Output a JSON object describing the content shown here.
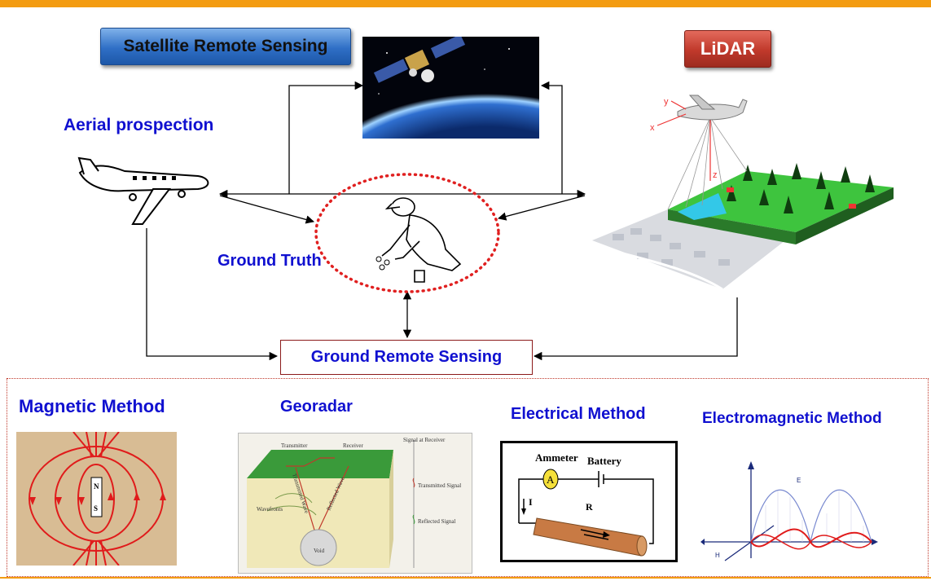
{
  "header": {
    "satellite_badge": "Satellite Remote Sensing",
    "lidar_badge": "LiDAR"
  },
  "nodes": {
    "aerial": "Aerial prospection",
    "ground_truth": "Ground Truth",
    "ground_remote_sensing": "Ground  Remote Sensing"
  },
  "lidar_axes": {
    "x": "x",
    "y": "y",
    "z": "z"
  },
  "methods": {
    "magnetic": {
      "title": "Magnetic Method",
      "pole_north": "N",
      "pole_south": "S"
    },
    "georadar": {
      "title": "Georadar",
      "transmitter": "Transmitter",
      "receiver": "Receiver",
      "signal_at_receiver": "Signal at Receiver",
      "transmitted_signal": "Transmitted Signal",
      "reflected_signal": "Reflected Signal",
      "wavefronts": "Wavefronts",
      "transmitted_wave": "Transmitted Wave",
      "reflected_wave": "Reflected Wave",
      "void": "Void"
    },
    "electrical": {
      "title": "Electrical  Method",
      "ammeter": "Ammeter",
      "ammeter_symbol": "A",
      "battery": "Battery",
      "current": "I",
      "resistance": "R"
    },
    "electromagnetic": {
      "title": "Electromagnetic Method",
      "e_label": "E",
      "h_label": "H"
    }
  },
  "colors": {
    "accent_orange": "#f39c12",
    "satellite_badge": "#2f6fc6",
    "lidar_badge": "#c0392b",
    "label_blue": "#1010d0",
    "ground_truth_ellipse": "#e02020"
  }
}
